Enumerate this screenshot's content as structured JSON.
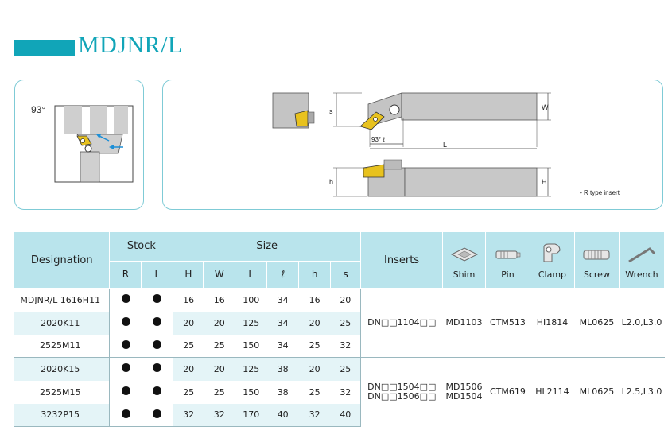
{
  "header": {
    "title": "MDJNR/L"
  },
  "diagram": {
    "angle_label": "93°",
    "dims": {
      "s": "s",
      "w": "W",
      "angle": "93° ℓ",
      "l": "L",
      "h": "h",
      "H": "H"
    },
    "note": "• R type insert"
  },
  "table": {
    "headers": {
      "designation": "Designation",
      "stock": "Stock",
      "size": "Size",
      "inserts": "Inserts",
      "stock_cols": [
        "R",
        "L"
      ],
      "size_cols": [
        "H",
        "W",
        "L",
        "ℓ",
        "h",
        "s"
      ],
      "parts": [
        {
          "label": "Shim",
          "icon": "shim-icon"
        },
        {
          "label": "Pin",
          "icon": "pin-icon"
        },
        {
          "label": "Clamp",
          "icon": "clamp-icon"
        },
        {
          "label": "Screw",
          "icon": "screw-icon"
        },
        {
          "label": "Wrench",
          "icon": "wrench-icon"
        }
      ]
    },
    "rows": [
      {
        "designation": "MDJNR/L 1616H11",
        "r": true,
        "l": true,
        "H": "16",
        "W": "16",
        "L": "100",
        "ell": "34",
        "h": "16",
        "s": "20"
      },
      {
        "designation": "2020K11",
        "r": true,
        "l": true,
        "H": "20",
        "W": "20",
        "L": "125",
        "ell": "34",
        "h": "20",
        "s": "25"
      },
      {
        "designation": "2525M11",
        "r": true,
        "l": true,
        "H": "25",
        "W": "25",
        "L": "150",
        "ell": "34",
        "h": "25",
        "s": "32"
      },
      {
        "designation": "2020K15",
        "r": true,
        "l": true,
        "H": "20",
        "W": "20",
        "L": "125",
        "ell": "38",
        "h": "20",
        "s": "25"
      },
      {
        "designation": "2525M15",
        "r": true,
        "l": true,
        "H": "25",
        "W": "25",
        "L": "150",
        "ell": "38",
        "h": "25",
        "s": "32"
      },
      {
        "designation": "3232P15",
        "r": true,
        "l": true,
        "H": "32",
        "W": "32",
        "L": "170",
        "ell": "40",
        "h": "32",
        "s": "40"
      }
    ],
    "groups": [
      {
        "inserts": "DN□□1104□□",
        "shim": "MD1103",
        "pin": "CTM513",
        "clamp": "HI1814",
        "screw": "ML0625",
        "wrench": "L2.0,L3.0"
      },
      {
        "inserts": "DN□□1504□□",
        "inserts2": "DN□□1506□□",
        "shim": "MD1506",
        "shim2": "MD1504",
        "pin": "CTM619",
        "clamp": "HL2114",
        "screw": "ML0625",
        "wrench": "L2.5,L3.0"
      }
    ]
  }
}
